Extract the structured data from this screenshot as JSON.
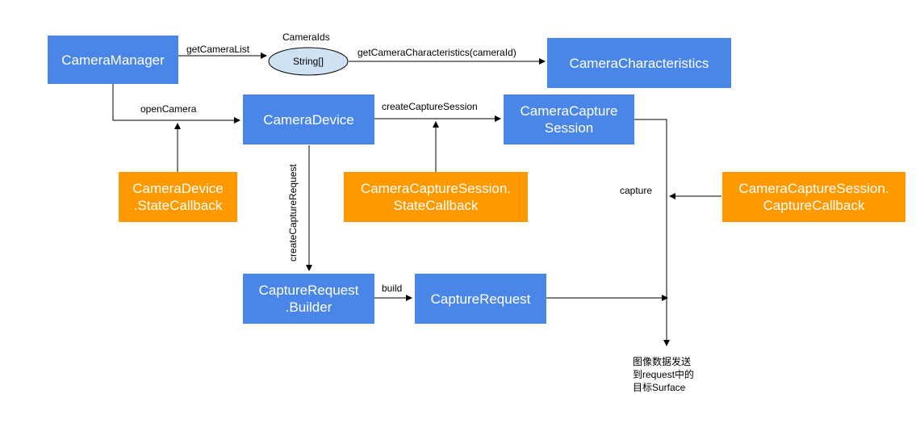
{
  "nodes": {
    "camera_manager": "CameraManager",
    "camera_characteristics": "CameraCharacteristics",
    "camera_device": "CameraDevice",
    "camera_capture_session": "CameraCapture\nSession",
    "camera_device_state_callback": "CameraDevice\n.StateCallback",
    "capture_session_state_callback": "CameraCaptureSession.\nStateCallback",
    "capture_session_capture_callback": "CameraCaptureSession.\nCaptureCallback",
    "capture_request_builder": "CaptureRequest\n.Builder",
    "capture_request": "CaptureRequest",
    "string_array": "String[]"
  },
  "labels": {
    "get_camera_list": "getCameraList",
    "camera_ids": "CameraIds",
    "get_camera_characteristics": "getCameraCharacteristics(cameraId)",
    "open_camera": "openCamera",
    "create_capture_session": "createCaptureSession",
    "create_capture_request": "createCaptureRequest",
    "build": "build",
    "capture": "capture"
  },
  "note": "图像数据发送\n到request中的\n目标Surface",
  "colors": {
    "blue": "#4a86e8",
    "orange": "#ff9900",
    "line": "#000000"
  }
}
